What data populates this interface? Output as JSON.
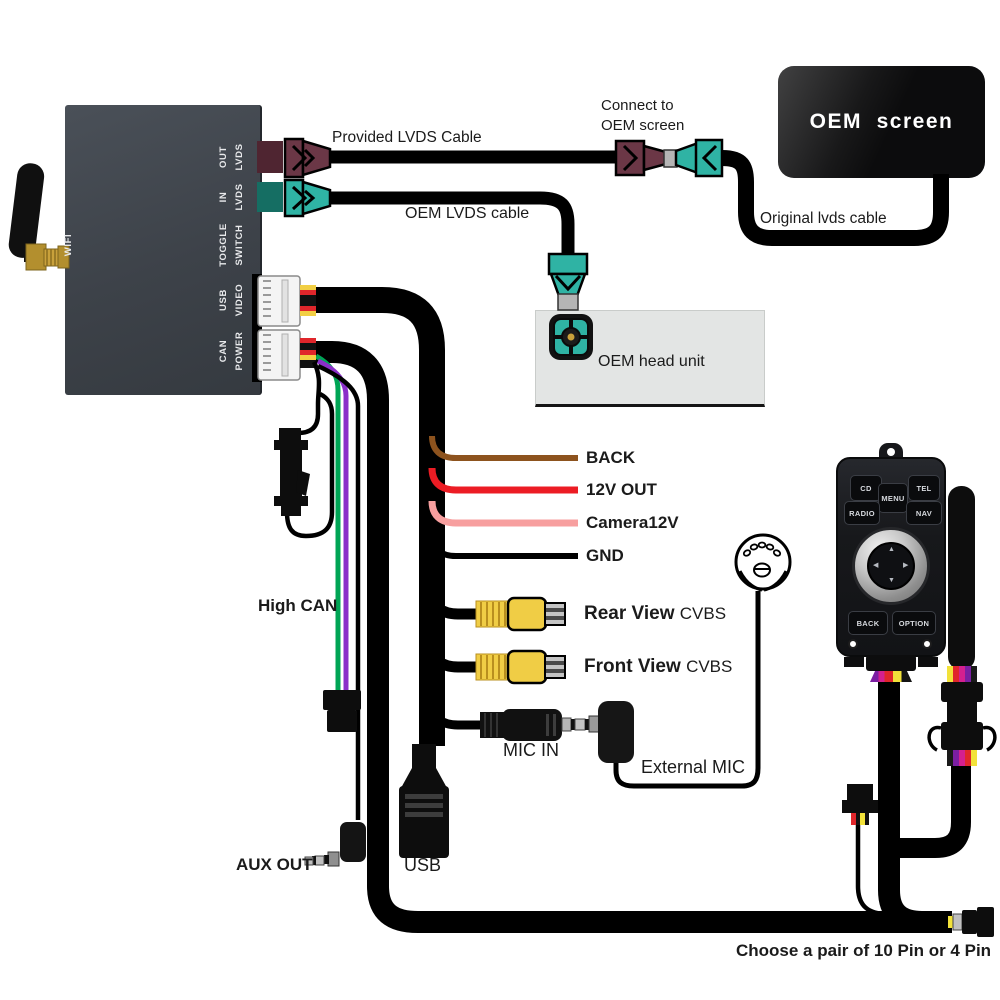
{
  "device": {
    "wifi_label": "WIFI",
    "ports": [
      {
        "label": "OUT\nLVDS"
      },
      {
        "label": "IN\nLVDS"
      },
      {
        "label": "TOGGLE\nSWITCH"
      },
      {
        "label": "USB\nVIDEO"
      },
      {
        "label": "CAN\nPOWER"
      }
    ]
  },
  "labels": {
    "provided_lvds_cable": "Provided LVDS Cable",
    "connect_to_oem": "Connect to\nOEM screen",
    "oem_screen": "OEM  screen",
    "original_lvds_cable": "Original lvds cable",
    "oem_lvds_cable": "OEM LVDS cable",
    "oem_head_unit": "OEM head unit",
    "back": "BACK",
    "out_12v": "12V OUT",
    "camera_12v": "Camera12V",
    "gnd": "GND",
    "rear_view": "Rear View",
    "front_view": "Front View",
    "cvbs": "CVBS",
    "mic_in": "MIC IN",
    "external_mic": "External MIC",
    "high_can": "High CAN",
    "aux_out": "AUX OUT",
    "usb": "USB",
    "choose_pair": "Choose a pair of 10 Pin or 4 Pin"
  },
  "controller": {
    "cd": "CD",
    "menu": "MENU",
    "tel": "TEL",
    "radio": "RADIO",
    "nav": "NAV",
    "back": "BACK",
    "option": "OPTION"
  },
  "colors": {
    "box": "#3d4249",
    "lvds_out_connector": "#6b3746",
    "lvds_in_connector": "#2fb3a4",
    "wire_back": "#8d531e",
    "wire_12v_out": "#ec1c24",
    "wire_camera_12v": "#f79f9f",
    "wire_gnd": "#000000",
    "wire_can_green": "#00a555",
    "wire_can_purple": "#8b2fc9",
    "cvbs_connector": "#f0cd45",
    "antenna_gold": "#c9a13b"
  }
}
